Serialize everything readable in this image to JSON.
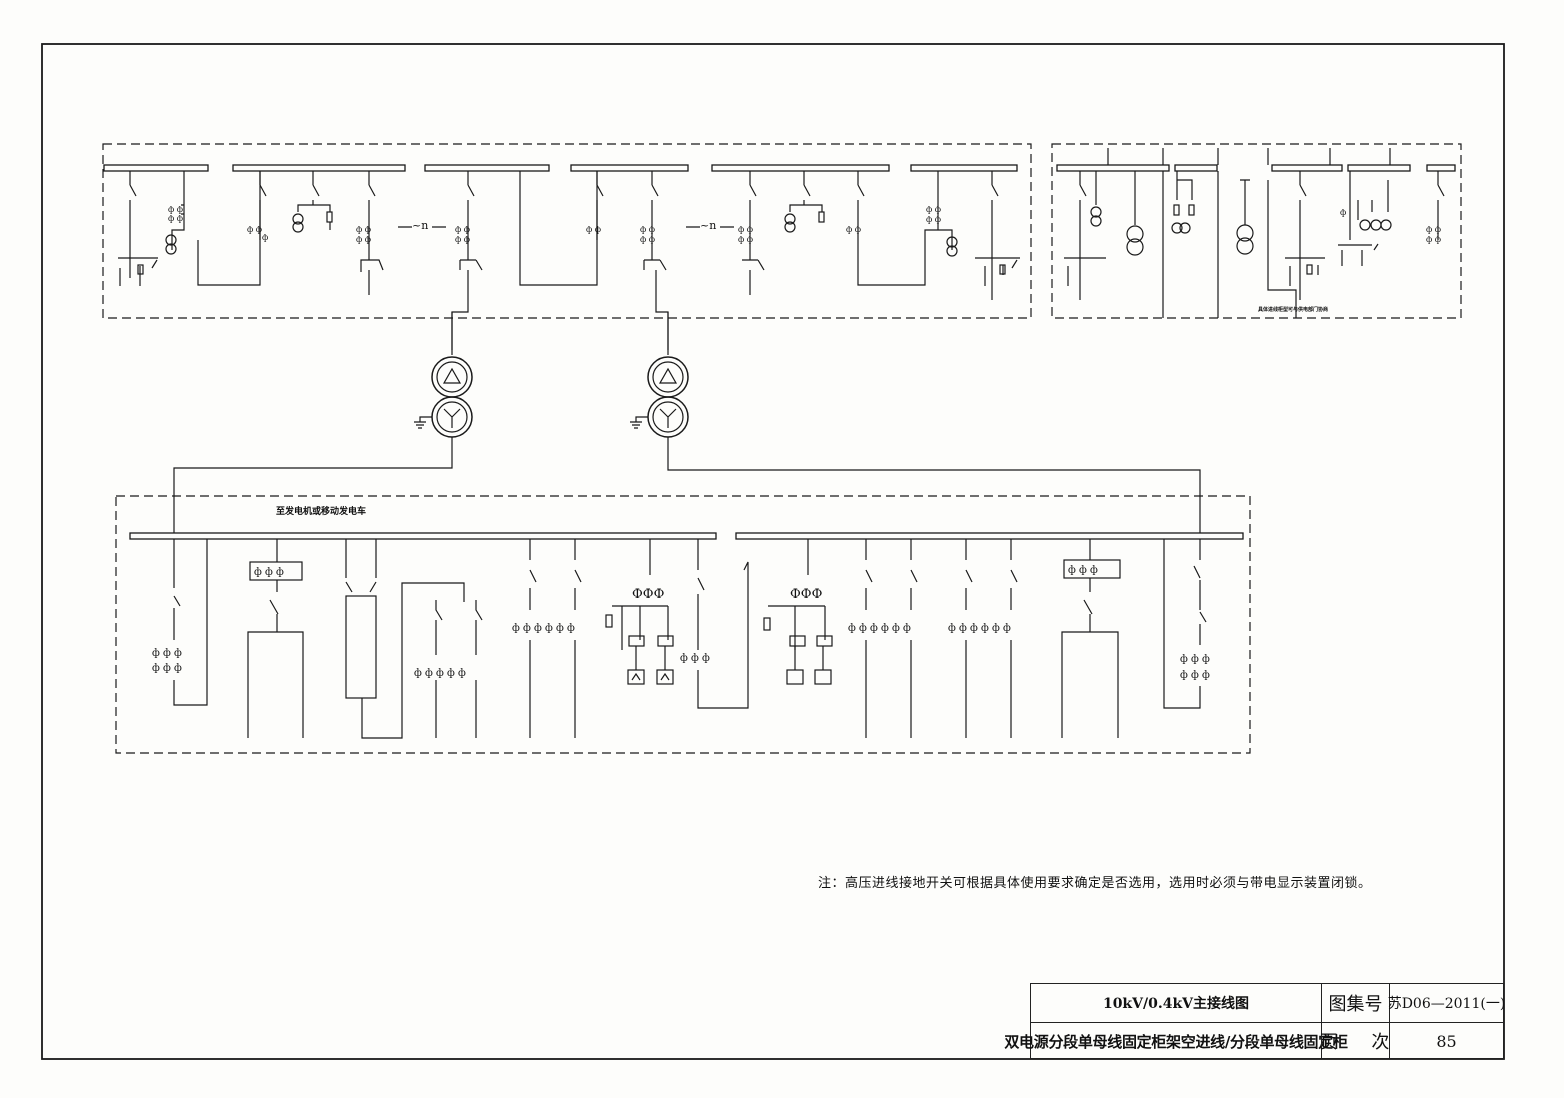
{
  "note": "注：高压进线接地开关可根据具体使用要求确定是否选用，选用时必须与带电显示装置闭锁。",
  "generator_label": "至发电机或移动发电车",
  "hv_annotation": "具体进线柜型可与供电部门协商",
  "tilde_label": "~n",
  "title_block": {
    "title_line1": "10kV/0.4kV主接线图",
    "title_line2": "双电源分段单母线固定柜架空进线/分段单母线固定柜",
    "label_atlas": "图集号",
    "atlas_no": "苏D06—2011(一)",
    "label_page": "页 次",
    "page_no": "85"
  }
}
